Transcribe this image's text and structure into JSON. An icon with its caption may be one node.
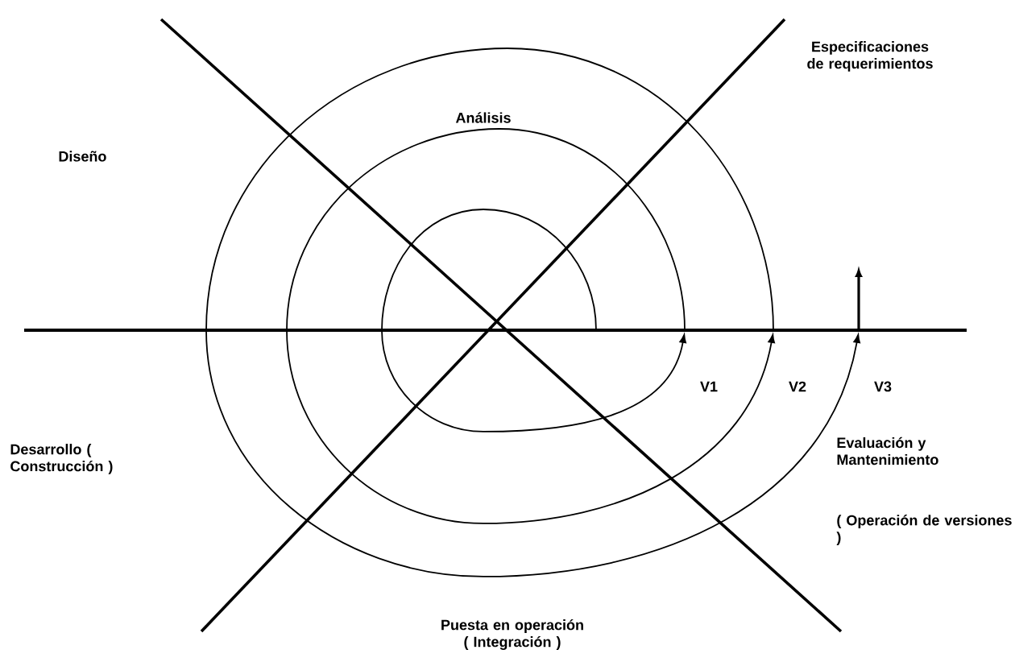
{
  "diagram": {
    "labels": [
      "Análisis",
      "Diseño",
      "Especificaciones de requerimientos",
      "V1",
      "V2",
      "V3",
      "Desarrollo ( Construcción )",
      "Evaluación y Mantenimiento",
      "( Operación de versiones )",
      "Puesta en operación ( Integración )"
    ]
  }
}
